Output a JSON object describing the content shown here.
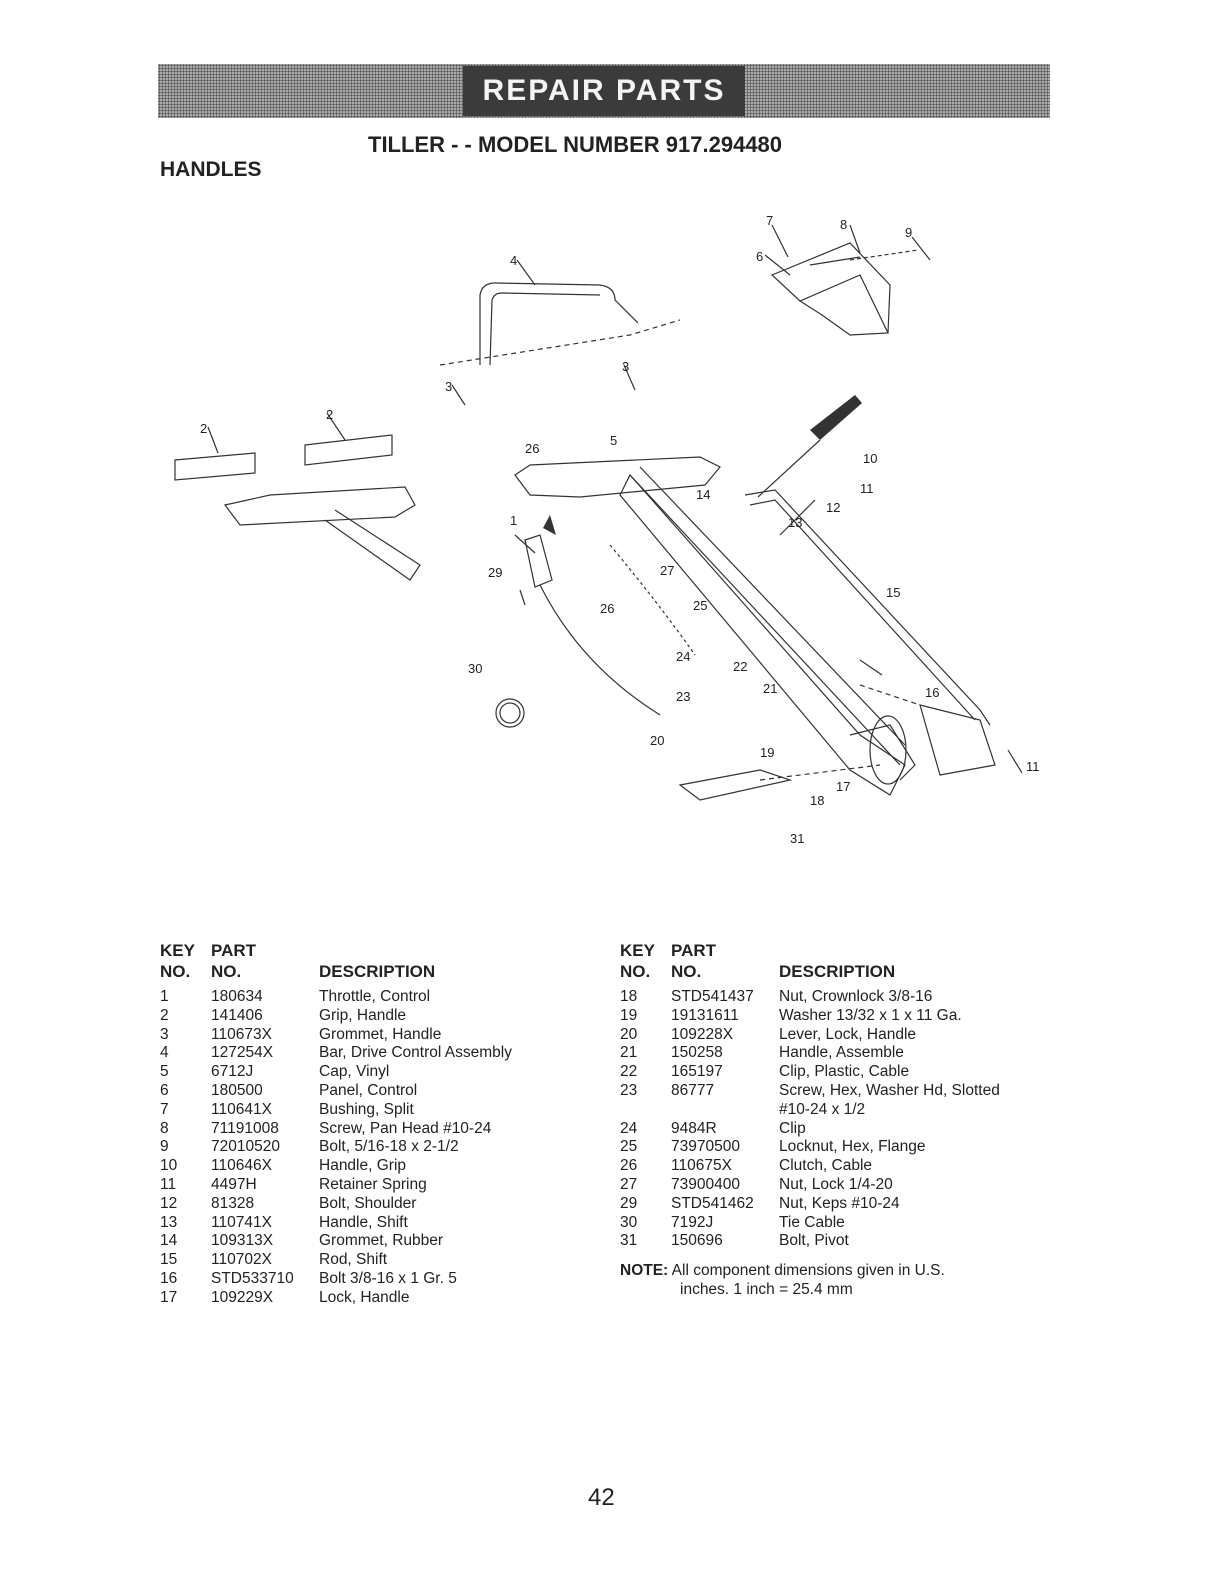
{
  "header": {
    "banner": "REPAIR PARTS",
    "model_title": "TILLER - - MODEL NUMBER 917.294480",
    "section_title": "HANDLES"
  },
  "diagram": {
    "callouts": [
      "7",
      "8",
      "9",
      "6",
      "4",
      "3",
      "3",
      "2",
      "2",
      "26",
      "5",
      "10",
      "11",
      "12",
      "13",
      "14",
      "1",
      "29",
      "27",
      "26",
      "25",
      "24",
      "22",
      "23",
      "15",
      "30",
      "21",
      "16",
      "20",
      "19",
      "17",
      "18",
      "31",
      "11"
    ]
  },
  "table": {
    "headers": {
      "key_line1": "KEY",
      "part_line1": "PART",
      "key_line2": "NO.",
      "part_line2": "NO.",
      "description": "DESCRIPTION"
    },
    "left_rows": [
      {
        "key": "1",
        "part": "180634",
        "desc": "Throttle, Control"
      },
      {
        "key": "2",
        "part": "141406",
        "desc": "Grip, Handle"
      },
      {
        "key": "3",
        "part": "110673X",
        "desc": "Grommet, Handle"
      },
      {
        "key": "4",
        "part": "127254X",
        "desc": "Bar, Drive Control Assembly"
      },
      {
        "key": "5",
        "part": "6712J",
        "desc": "Cap, Vinyl"
      },
      {
        "key": "6",
        "part": "180500",
        "desc": "Panel, Control"
      },
      {
        "key": "7",
        "part": "110641X",
        "desc": "Bushing, Split"
      },
      {
        "key": "8",
        "part": "71191008",
        "desc": "Screw, Pan Head #10-24"
      },
      {
        "key": "9",
        "part": "72010520",
        "desc": "Bolt, 5/16-18 x 2-1/2"
      },
      {
        "key": "10",
        "part": "110646X",
        "desc": "Handle, Grip"
      },
      {
        "key": "11",
        "part": "4497H",
        "desc": "Retainer Spring"
      },
      {
        "key": "12",
        "part": "81328",
        "desc": "Bolt, Shoulder"
      },
      {
        "key": "13",
        "part": "110741X",
        "desc": "Handle, Shift"
      },
      {
        "key": "14",
        "part": "109313X",
        "desc": "Grommet, Rubber"
      },
      {
        "key": "15",
        "part": "110702X",
        "desc": "Rod, Shift"
      },
      {
        "key": "16",
        "part": "STD533710",
        "desc": "Bolt 3/8-16 x 1 Gr. 5"
      },
      {
        "key": "17",
        "part": "109229X",
        "desc": "Lock, Handle"
      }
    ],
    "right_rows": [
      {
        "key": "18",
        "part": "STD541437",
        "desc": "Nut, Crownlock 3/8-16"
      },
      {
        "key": "19",
        "part": "19131611",
        "desc": "Washer 13/32 x 1 x 11 Ga."
      },
      {
        "key": "20",
        "part": "109228X",
        "desc": "Lever, Lock, Handle"
      },
      {
        "key": "21",
        "part": "150258",
        "desc": "Handle, Assemble"
      },
      {
        "key": "22",
        "part": "165197",
        "desc": "Clip, Plastic, Cable"
      },
      {
        "key": "23",
        "part": "86777",
        "desc": "Screw, Hex, Washer Hd, Slotted"
      },
      {
        "key": "",
        "part": "",
        "desc": "#10-24 x 1/2"
      },
      {
        "key": "24",
        "part": "9484R",
        "desc": "Clip"
      },
      {
        "key": "25",
        "part": "73970500",
        "desc": "Locknut, Hex, Flange"
      },
      {
        "key": "26",
        "part": "110675X",
        "desc": "Clutch, Cable"
      },
      {
        "key": "27",
        "part": "73900400",
        "desc": "Nut, Lock 1/4-20"
      },
      {
        "key": "29",
        "part": "STD541462",
        "desc": "Nut, Keps #10-24"
      },
      {
        "key": "30",
        "part": "7192J",
        "desc": "Tie Cable"
      },
      {
        "key": "31",
        "part": "150696",
        "desc": "Bolt, Pivot"
      }
    ]
  },
  "note": {
    "label": "NOTE:",
    "line1": "All component dimensions given in U.S.",
    "line2": "inches. 1 inch = 25.4 mm"
  },
  "footer": {
    "page_number": "42"
  }
}
